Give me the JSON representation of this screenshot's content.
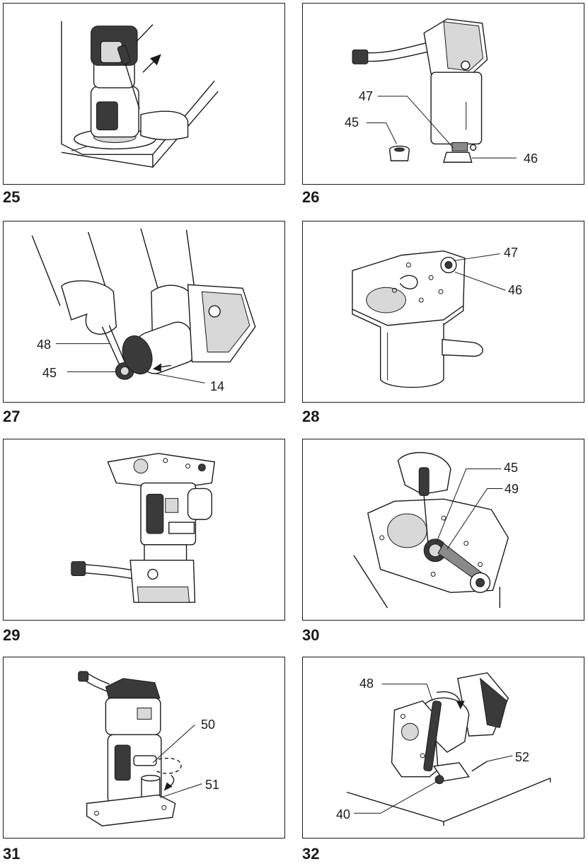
{
  "figures": [
    {
      "number": "25",
      "callouts": []
    },
    {
      "number": "26",
      "callouts": [
        "47",
        "45",
        "46"
      ]
    },
    {
      "number": "27",
      "callouts": [
        "48",
        "45",
        "14"
      ]
    },
    {
      "number": "28",
      "callouts": [
        "47",
        "46"
      ]
    },
    {
      "number": "29",
      "callouts": []
    },
    {
      "number": "30",
      "callouts": [
        "45",
        "49"
      ]
    },
    {
      "number": "31",
      "callouts": [
        "50",
        "51"
      ]
    },
    {
      "number": "32",
      "callouts": [
        "48",
        "52",
        "40"
      ]
    }
  ],
  "colors": {
    "line": "#1a1a1a",
    "shade_dark": "#3a3a3a",
    "shade_light": "#d8d8d8"
  }
}
